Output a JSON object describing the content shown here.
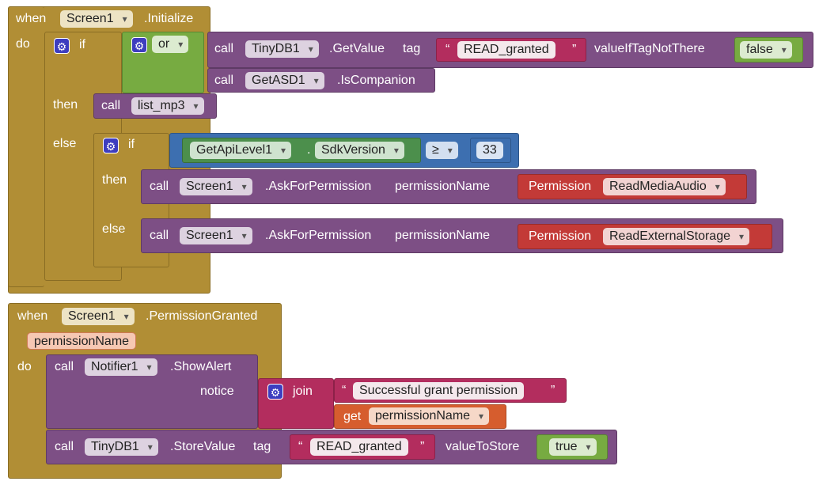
{
  "block1": {
    "when": "when",
    "component": "Screen1",
    "event": ".Initialize",
    "do": "do",
    "if_kw": "if",
    "or_kw": "or",
    "call": "call",
    "tinydb": "TinyDB1",
    "getvalue": ".GetValue",
    "tag": "tag",
    "tag_value": "READ_granted",
    "value_if_not_there": "valueIfTagNotThere",
    "false_val": "false",
    "getasd": "GetASD1",
    "is_companion": ".IsCompanion",
    "then_kw": "then",
    "list_mp3": "list_mp3",
    "else_kw": "else",
    "getapilevel": "GetApiLevel1",
    "dot": ".",
    "sdkversion": "SdkVersion",
    "compare_op": "≥",
    "api_number": "33",
    "ask_for_permission": ".AskForPermission",
    "permission_name": "permissionName",
    "permission_kw": "Permission",
    "perm_audio": "ReadMediaAudio",
    "perm_storage": "ReadExternalStorage"
  },
  "block2": {
    "when": "when",
    "component": "Screen1",
    "event": ".PermissionGranted",
    "param": "permissionName",
    "do": "do",
    "call": "call",
    "notifier": "Notifier1",
    "show_alert": ".ShowAlert",
    "notice": "notice",
    "join": "join",
    "success_text": "Successful grant permission",
    "get": "get",
    "get_var": "permissionName",
    "tinydb": "TinyDB1",
    "store_value": ".StoreValue",
    "tag": "tag",
    "tag_value": "READ_granted",
    "value_to_store": "valueToStore",
    "true_val": "true"
  },
  "quote_open": "“",
  "quote_close": "”",
  "gear_symbol": "⚙"
}
